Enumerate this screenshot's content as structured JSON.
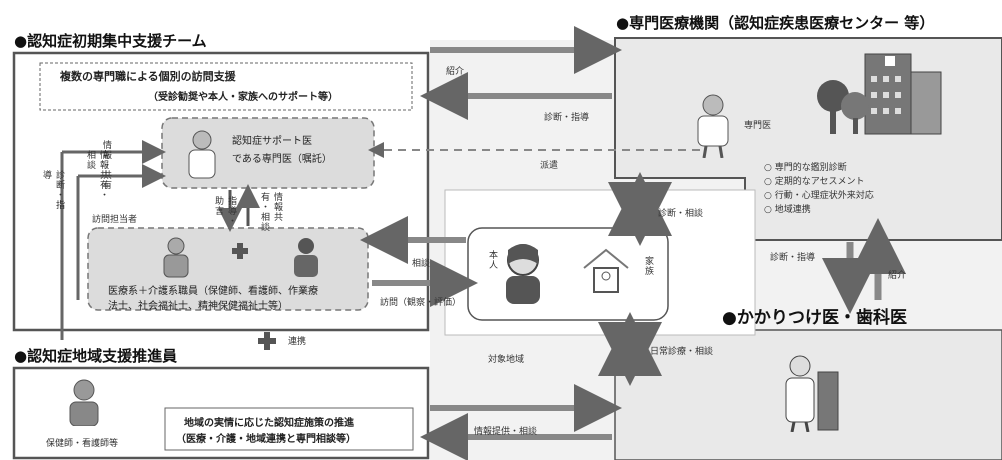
{
  "team": {
    "title": "●認知症初期集中支援チーム",
    "support_title": "複数の専門職による個別の訪問支援",
    "support_sub": "（受診勧奨や本人・家族へのサポート等）",
    "doctor_label_1": "認知症サポート医",
    "doctor_label_2": "である専門医（嘱託）",
    "staff_text_1": "医療系＋介護系職員（保健師、看護師、作業療",
    "staff_text_2": "法士、社会福祉士、精神保健福祉士等）",
    "visit_label": "訪問担当者",
    "guidance_v": "指導・助言",
    "consult_v": "情報共有・相談",
    "diag_v": "診断・指導",
    "share_v": "情報・共有",
    "left_v1": "情報共有・相談",
    "left_v2": "診断・指導"
  },
  "promoter": {
    "title": "●認知症地域支援推進員",
    "person_label": "保健師・看護師等",
    "text_1": "地域の実情に応じた認知症施策の推進",
    "text_2": "（医療・介護・地域連携と専門相談等）",
    "link_label": "連携"
  },
  "medical": {
    "title": "●専門医療機関（認知症疾患医療センター 等）",
    "doctor_label": "専門医",
    "items": [
      "専門的な鑑別診断",
      "定期的なアセスメント",
      "行動・心理症状外来対応",
      "地域連携"
    ],
    "diag_label": "診断・指導",
    "referral_label": "紹介"
  },
  "family_doctor": {
    "title": "●かかりつけ医・歯科医",
    "daily_label": "日常診療・相談"
  },
  "patient": {
    "self_label": "本人",
    "family_label": "家族",
    "consult_label": "相談",
    "visit_label": "訪問（観察・評価）",
    "area_label": "対象地域"
  },
  "arrows": {
    "referral": "紹介",
    "diagnosis_guidance": "診断・指導",
    "dispatch": "派遣",
    "diag_consult": "診断・相談",
    "info_consult": "情報提供・相談"
  }
}
